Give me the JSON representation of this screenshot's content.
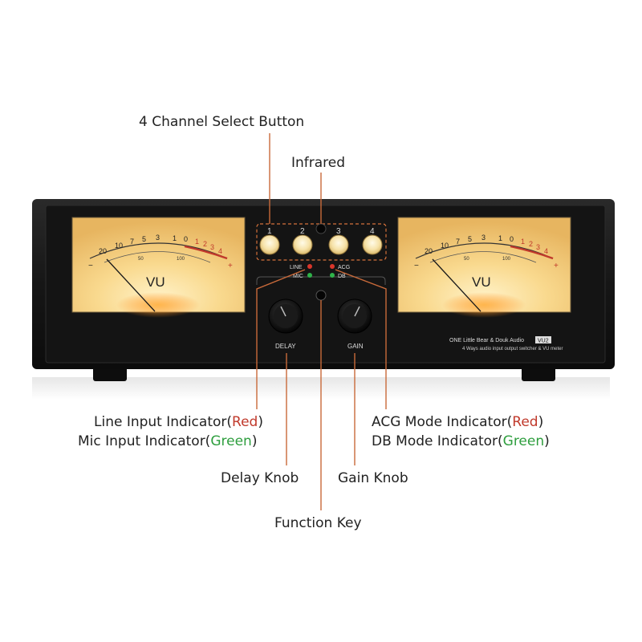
{
  "device": {
    "meter_left_label": "VU",
    "meter_right_label": "VU",
    "scale_top": [
      "20",
      "10",
      "7",
      "5",
      "3",
      "1",
      "0",
      "1",
      "2",
      "3"
    ],
    "scale_top_right": [
      "20",
      "10",
      "7",
      "5",
      "3",
      "1",
      "0",
      "1",
      "2",
      "3"
    ],
    "scale_right_end": "4",
    "scale_inner": [
      "50",
      "100"
    ],
    "scale_minus": "−",
    "scale_plus": "+",
    "buttons": [
      "1",
      "2",
      "3",
      "4"
    ],
    "indicator_line": "LINE",
    "indicator_mic": "MIC",
    "indicator_acg": "ACG",
    "indicator_db": "DB",
    "knob_delay": "DELAY",
    "knob_gain": "GAIN",
    "brand_line": "ONE Little Bear & Douk Audio",
    "model": "VU2",
    "tagline": "4 Ways audio input output switcher & VU meter"
  },
  "callouts": {
    "channel_select": "4 Channel Select Button",
    "infrared": "Infrared",
    "line_input": "Line Input Indicator(",
    "line_color": "Red",
    "mic_input": "Mic Input Indicator(",
    "mic_color": "Green",
    "acg_mode": "ACG Mode Indicator(",
    "acg_color": "Red",
    "db_mode": "DB Mode Indicator(",
    "db_color": "Green",
    "close_paren": ")",
    "delay_knob": "Delay Knob",
    "gain_knob": "Gain Knob",
    "function_key": "Function Key"
  },
  "colors": {
    "red": "#c0392b",
    "green": "#2e9e3e",
    "leader": "#c96a3a",
    "meter_glow": "#f7d99a"
  }
}
